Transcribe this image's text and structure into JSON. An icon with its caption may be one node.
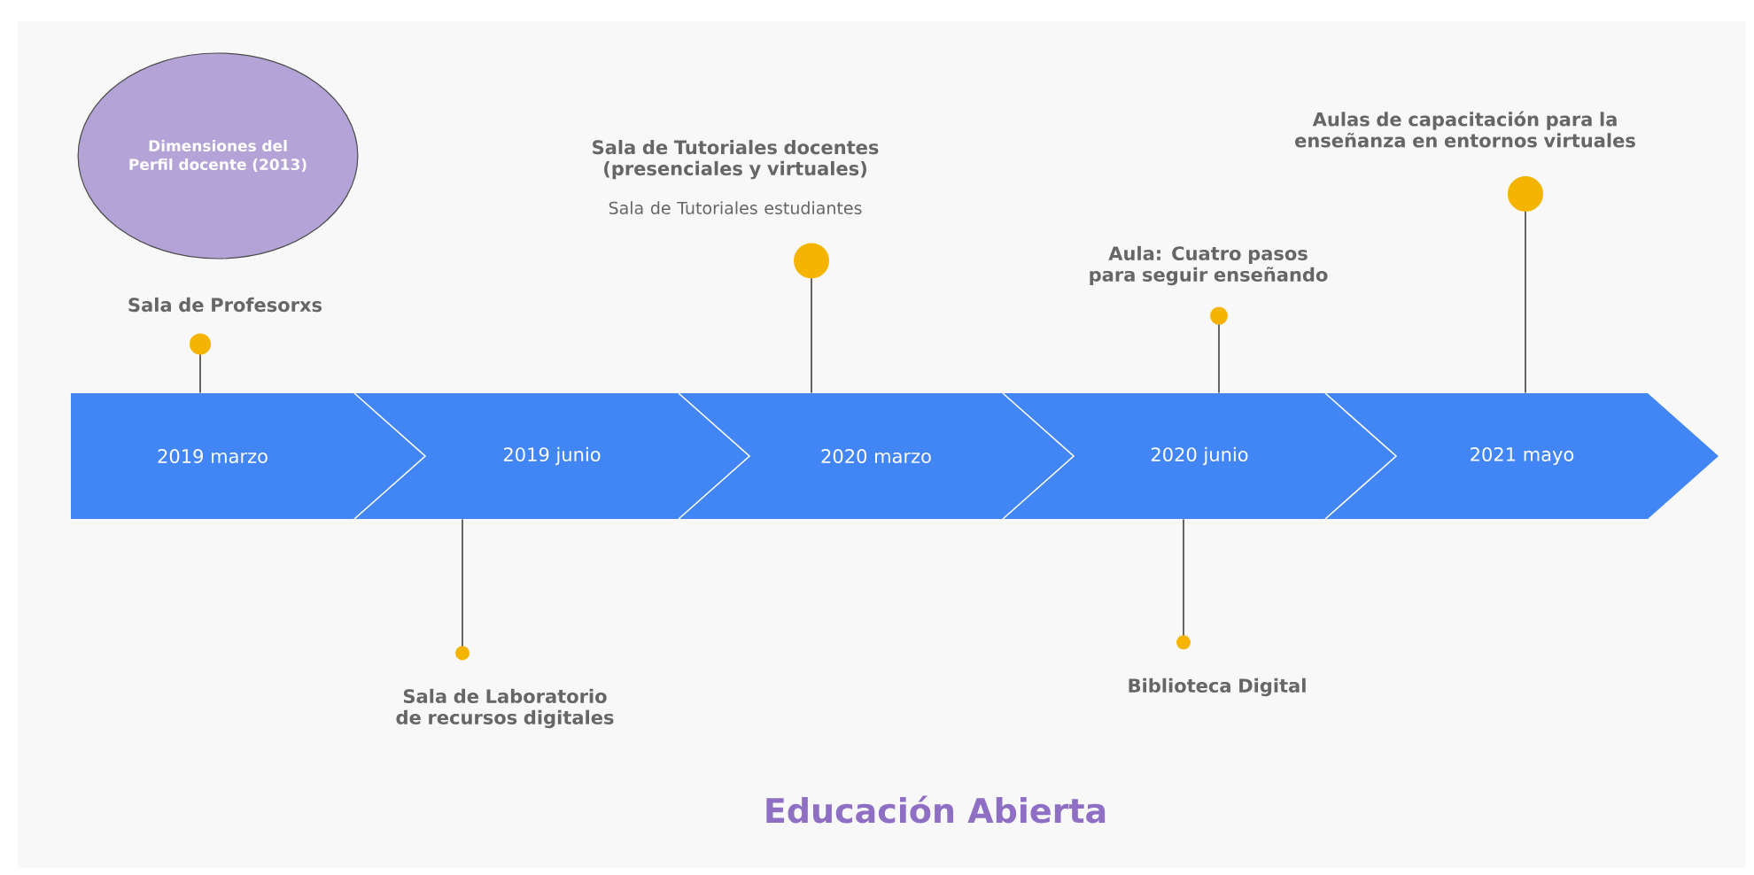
{
  "diagram": {
    "title": "Educación Abierta",
    "nodes": [
      {
        "text": [
          "Dimensiones del Perfil docente (2013)"
        ]
      },
      {
        "text": [
          "2019 marzo"
        ]
      },
      {
        "text": [
          "2019 junio"
        ]
      },
      {
        "text": [
          "2020 marzo"
        ]
      },
      {
        "text": [
          "2020 junio"
        ]
      },
      {
        "text": [
          "2021 mayo"
        ]
      },
      {
        "text": [
          "Sala de Profesorxs"
        ]
      },
      {
        "text": [
          "Sala de Laboratorio de recursos digitales"
        ]
      },
      {
        "text": [
          "Sala de Tutoriales docentes (presenciales y virtuales)",
          "Sala de Tutoriales estudiantes"
        ]
      },
      {
        "text": [
          "Aula:  Cuatro pasos para seguir enseñando"
        ]
      },
      {
        "text": [
          "Biblioteca Digital"
        ]
      },
      {
        "text": [
          "Aulas de capacitación para la enseñanza en entornos virtuales"
        ]
      }
    ],
    "edges": [
      {
        "from": 1,
        "to": 6,
        "arrow": "other"
      },
      {
        "from": 2,
        "to": 7,
        "arrow": "other"
      },
      {
        "from": 3,
        "to": 8,
        "arrow": "other"
      },
      {
        "from": 4,
        "to": 9,
        "arrow": "other"
      },
      {
        "from": 4,
        "to": 10,
        "arrow": "other"
      },
      {
        "from": 5,
        "to": 11,
        "arrow": "other"
      }
    ]
  }
}
